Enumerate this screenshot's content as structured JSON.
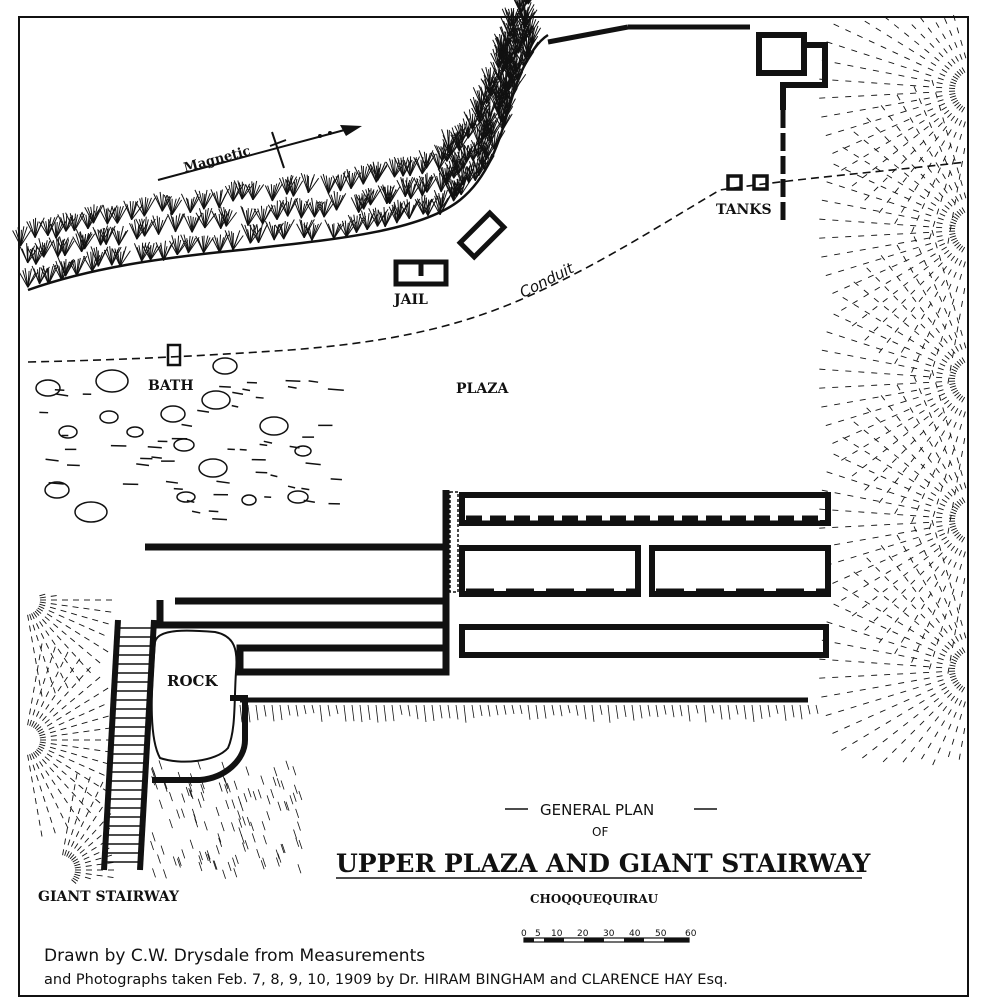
{
  "map": {
    "labels": {
      "magnetic": "Magnetic",
      "conduit": "Conduit",
      "tanks": "TANKS",
      "jail": "JAIL",
      "bath": "BATH",
      "plaza": "PLAZA",
      "rock": "ROCK",
      "giant_stairway": "GIANT STAIRWAY"
    },
    "title": {
      "line1": "GENERAL PLAN",
      "line2": "OF",
      "main": "UPPER PLAZA AND GIANT STAIRWAY",
      "site": "CHOQQUEQUIRAU"
    },
    "scale": {
      "ticks": [
        "0",
        "5",
        "10",
        "20",
        "30",
        "40",
        "50",
        "60"
      ]
    },
    "credit": {
      "line1": "Drawn by C.W. Drysdale from Measurements",
      "line2": "and Photographs taken Feb. 7, 8, 9, 10, 1909  by Dr. HIRAM BINGHAM and CLARENCE HAY Esq."
    },
    "colors": {
      "ink": "#111111",
      "paper": "#ffffff"
    }
  }
}
